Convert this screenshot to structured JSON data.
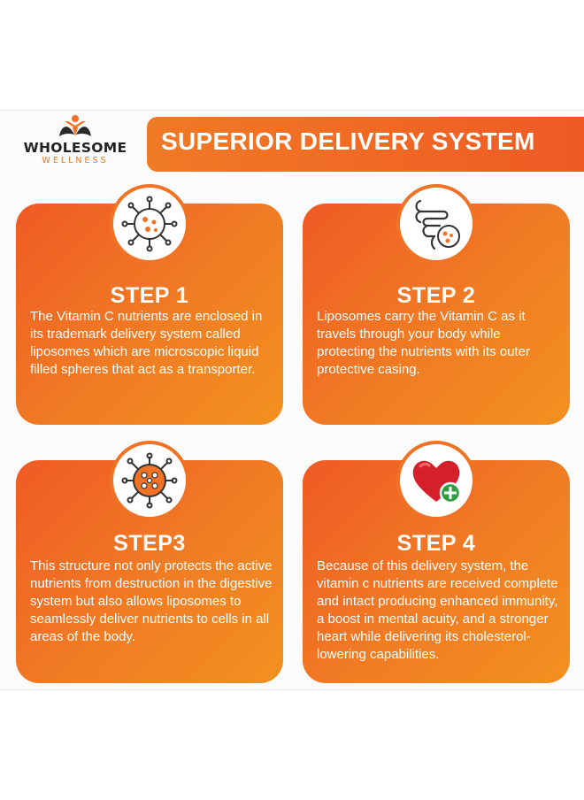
{
  "brand": {
    "name": "WHOLESOME",
    "tagline": "WELLNESS"
  },
  "banner": {
    "title": "SUPERIOR DELIVERY SYSTEM"
  },
  "steps": [
    {
      "title": "STEP 1",
      "icon": "liposome-icon",
      "body": "The Vitamin C nutrients are enclosed in its trademark delivery system called liposomes which are microscopic liquid filled spheres that act as a transporter."
    },
    {
      "title": "STEP 2",
      "icon": "intestine-icon",
      "body": "Liposomes carry the Vitamin C as it travels through your body while protecting the nutrients with its outer protective casing."
    },
    {
      "title": "STEP3",
      "icon": "virus-icon",
      "body": "This structure not only protects the active nutrients from destruction in the digestive system but also allows liposomes to seamlessly deliver nutrients to cells in all areas of the body."
    },
    {
      "title": "STEP 4",
      "icon": "heart-plus-icon",
      "body": "Because of this delivery system, the vitamin c nutrients are received complete and intact producing enhanced immunity, a boost in mental acuity, and a stronger heart while delivering its cholesterol-lowering capabilities."
    }
  ],
  "colors": {
    "accent": "#f07224",
    "accent_dark": "#ef5a24",
    "heart": "#d3202a",
    "plus": "#2f9e44"
  }
}
